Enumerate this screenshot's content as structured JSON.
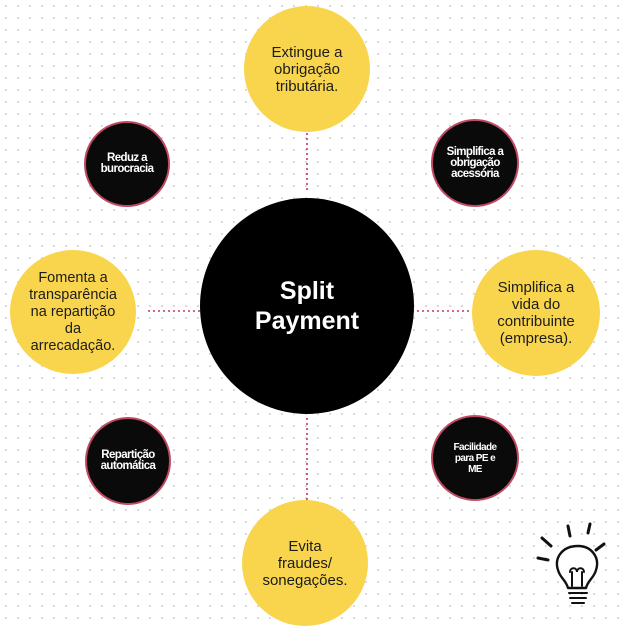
{
  "center": {
    "label": "Split\nPayment"
  },
  "nodes": {
    "top": "Extingue a\nobrigação\ntributária.",
    "top_left": "Reduz a\nburocracia",
    "top_right": "Simplifica a\nobrigação\nacessória",
    "left": "Fomenta a\ntransparência\nna repartição\nda\narrecadação.",
    "right": "Simplifica a\nvida do\ncontribuinte\n(empresa).",
    "bottom_left": "Repartição\nautomática",
    "bottom_right": "Facilidade\npara PE e\nME",
    "bottom": "Evita\nfraudes/\nsonegações."
  },
  "colors": {
    "yellow": "#f9d54e",
    "black": "#0a0a0a",
    "connector": "#c0395e",
    "border_accent": "#c04a63"
  },
  "icons": {
    "corner": "lightbulb-icon"
  }
}
